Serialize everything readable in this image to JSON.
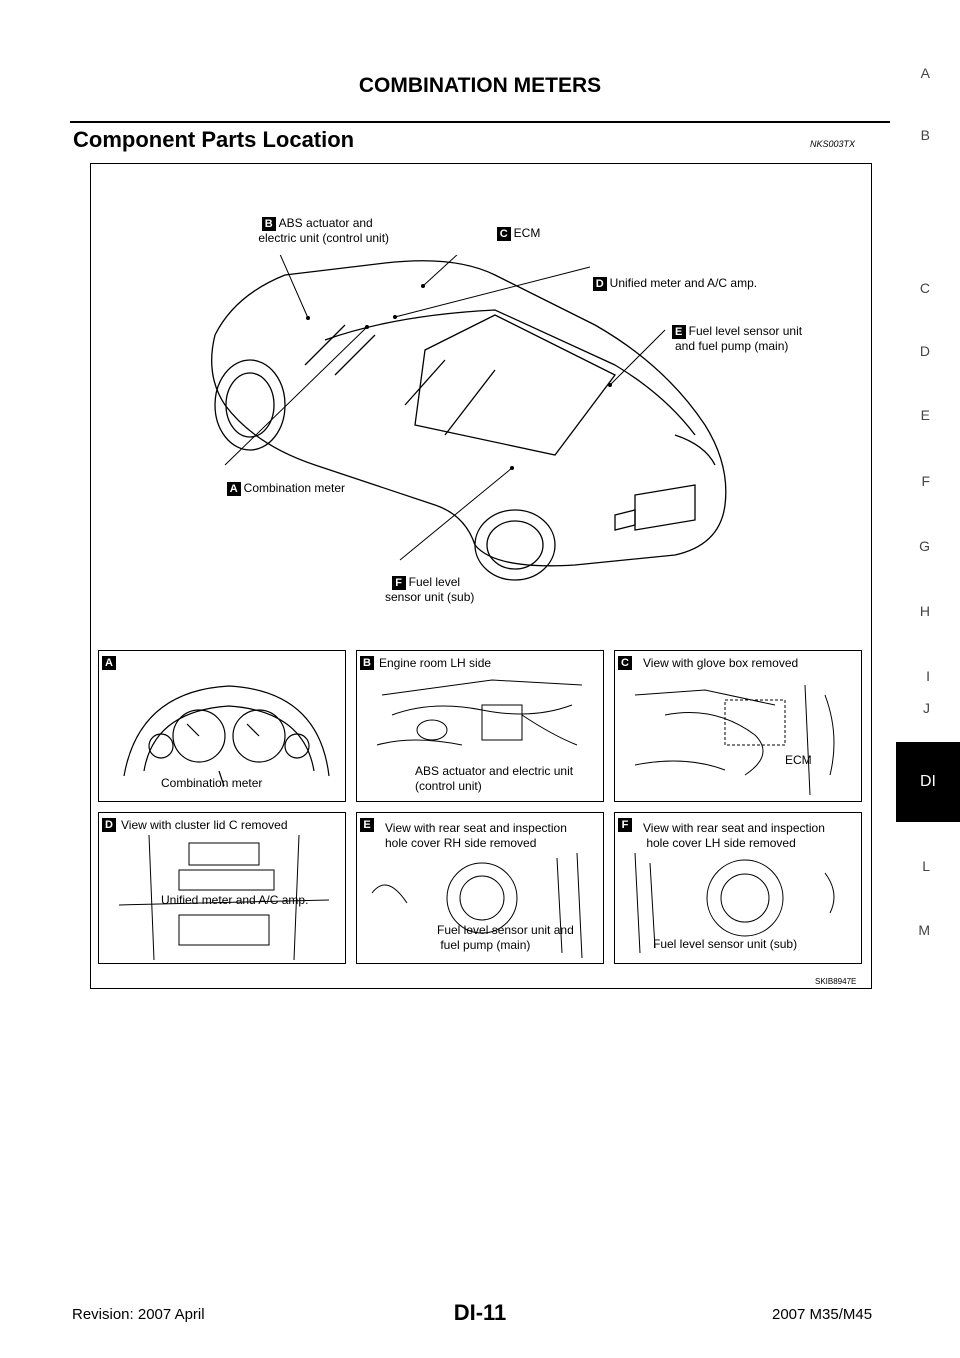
{
  "header": {
    "title": "COMBINATION METERS"
  },
  "section": {
    "title": "Component Parts Location",
    "code": "NKS003TX"
  },
  "side_tabs": [
    "A",
    "B",
    "C",
    "D",
    "E",
    "F",
    "G",
    "H",
    "I",
    "J",
    "DI",
    "L",
    "M"
  ],
  "active_tab": "DI",
  "figure": {
    "callouts": [
      {
        "letter": "B",
        "text": "ABS actuator and\n electric unit (control unit)"
      },
      {
        "letter": "C",
        "text": "ECM"
      },
      {
        "letter": "D",
        "text": "Unified meter and A/C amp."
      },
      {
        "letter": "E",
        "text": "Fuel level sensor unit\n   and fuel pump (main)"
      },
      {
        "letter": "A",
        "text": "Combination meter"
      },
      {
        "letter": "F",
        "text": "Fuel level\nsensor unit (sub)"
      }
    ],
    "panels": [
      {
        "letter": "A",
        "title": "",
        "label": "Combination meter"
      },
      {
        "letter": "B",
        "title": "Engine room LH side",
        "label": "ABS actuator and electric unit\n(control unit)"
      },
      {
        "letter": "C",
        "title": "View with glove box removed",
        "label": "ECM"
      },
      {
        "letter": "D",
        "title": "View with cluster lid C removed",
        "label": "Unified meter and A/C amp."
      },
      {
        "letter": "E",
        "title": "View with rear seat and inspection\nhole cover RH side removed",
        "label": "Fuel level sensor unit and\n fuel pump (main)"
      },
      {
        "letter": "F",
        "title": "View with rear seat and inspection\n hole cover LH side removed",
        "label": "Fuel level sensor unit (sub)"
      }
    ],
    "code": "SKIB8947E"
  },
  "footer": {
    "revision": "Revision: 2007 April",
    "page": "DI-11",
    "model": "2007 M35/M45"
  }
}
